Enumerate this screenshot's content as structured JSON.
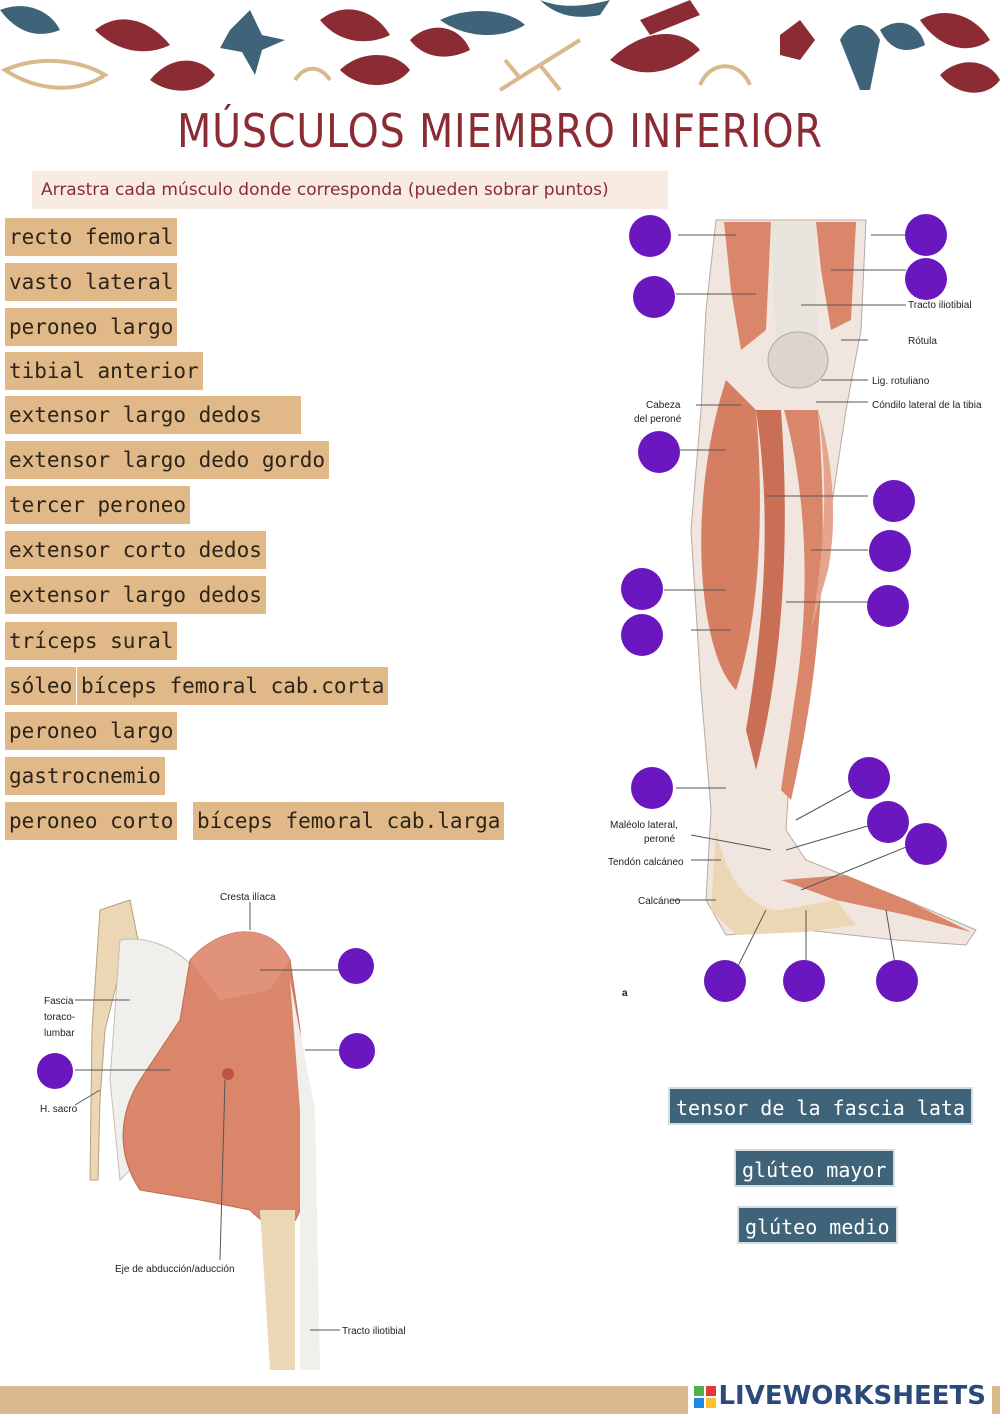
{
  "title": "MÚSCULOS MIEMBRO INFERIOR",
  "instruction": "Arrastra cada músculo donde corresponda (pueden sobrar puntos)",
  "muscle_chips": [
    "recto femoral",
    "vasto lateral",
    "peroneo largo",
    "tibial anterior",
    "extensor largo dedos",
    "extensor largo dedo gordo",
    "tercer peroneo",
    "extensor corto dedos",
    "extensor largo dedos",
    "tríceps sural",
    "sóleo",
    "bíceps femoral cab.corta",
    "peroneo largo",
    "gastrocnemio",
    "peroneo corto",
    "bíceps femoral cab.larga"
  ],
  "hip_chips": [
    "tensor de la fascia lata",
    "glúteo mayor",
    "glúteo medio"
  ],
  "leg_labels": {
    "tracto": "Tracto iliotibial",
    "rotula": "Rótula",
    "lig": "Lig. rotuliano",
    "condilo": "Cóndilo lateral de la tibia",
    "cabeza1": "Cabeza",
    "cabeza2": "del peroné",
    "maleolo1": "Maléolo lateral,",
    "maleolo2": "peroné",
    "tendon": "Tendón calcáneo",
    "calcaneo": "Calcáneo",
    "fig": "a"
  },
  "hip_labels": {
    "cresta": "Cresta ilíaca",
    "fascia1": "Fascia",
    "fascia2": "toraco-",
    "fascia3": "lumbar",
    "sacro": "H. sacro",
    "eje": "Eje de abducción/aducción",
    "tracto": "Tracto iliotibial"
  },
  "brand": "LIVEWORKSHEETS",
  "colors": {
    "title": "#8b2c35",
    "chip": "#e1b988",
    "chip_blue": "#3f6479",
    "drop_dot": "#6b17bf",
    "muscle": "#d9866a",
    "footer": "#d9b98b"
  }
}
